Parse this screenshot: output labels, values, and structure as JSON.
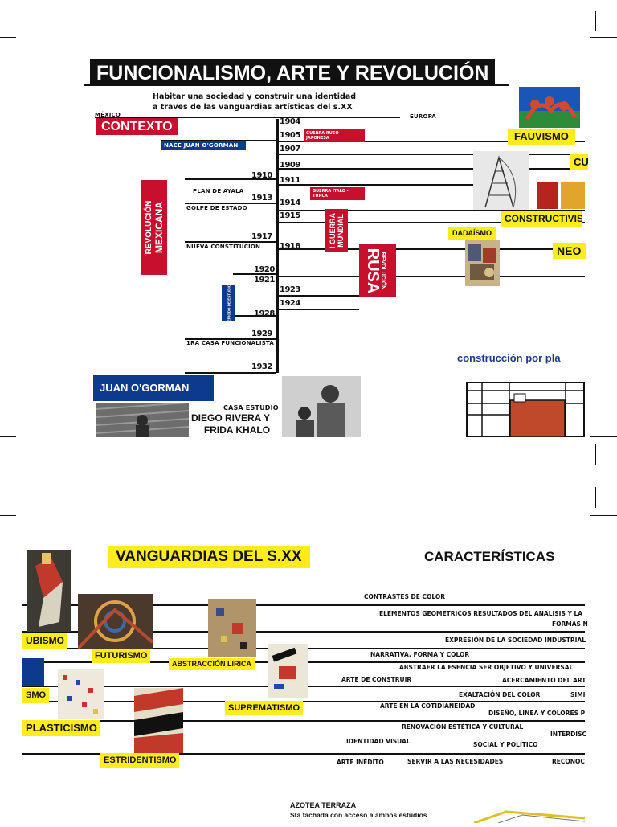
{
  "page1": {
    "title": "FUNCIONALISMO, ARTE Y REVOLUCIÓN",
    "subtitle_line1": "Habitar una sociedad y construir una identidad",
    "subtitle_line2": "a traves de las vanguardias artísticas del s.XX",
    "mexico_label": "MÉXICO",
    "europa_label": "EUROPA",
    "contexto": "CONTEXTO",
    "years_right": [
      "1904",
      "1905",
      "1907",
      "1909",
      "1911",
      "1914",
      "1915",
      "1918",
      "1921",
      "1923",
      "1924"
    ],
    "years_left": [
      "1910",
      "1913",
      "1917",
      "1920",
      "1928",
      "1929",
      "1932"
    ],
    "events": {
      "nace_ogorman": "NACE JUAN O'GORMAN",
      "guerra_ruso": "GUERRA RUSO - JAPONESA",
      "plan_ayala": "PLAN DE AYALA",
      "guerra_italo": "GUERRA ITALO - TURCA",
      "golpe_estado": "GOLPE DE ESTADO",
      "nueva_constitucion": "NUEVA CONSTITUCION",
      "casa_funcionalista": "1RA CASA FUNCIONALISTA",
      "periodo_estudios": "PERIODO DE ESTUDIOS"
    },
    "revolucion_mexicana_1": "REVOLUCIÓN",
    "revolucion_mexicana_2": "MEXICANA",
    "guerra_mundial_1": "I GUERRA",
    "guerra_mundial_2": "MUNDIAL",
    "revolucion_rusa_1": "REVOLUCIÓN",
    "revolucion_rusa_2": "RUSA",
    "movements": {
      "fauvismo": "FAUVISMO",
      "cubismo_partial": "CU",
      "constructivismo": "CONSTRUCTIVIS",
      "dadaismo": "DADAÍSMO",
      "neo_partial": "NEO"
    },
    "construccion": "construcción por pla",
    "juan_ogorman": "JUAN O'GORMAN",
    "casa_estudio": "CASA ESTUDIO",
    "diego_frida_1": "DIEGO RIVERA Y",
    "diego_frida_2": "FRIDA KHALO"
  },
  "page2": {
    "vanguardias": "VANGUARDIAS DEL S.XX",
    "caracteristicas": "CARACTERÍSTICAS",
    "labels": {
      "cubismo": "UBISMO",
      "futurismo": "FUTURISMO",
      "abstraccion": "ABSTRACCIÓN LIRICA",
      "ismo": "SMO",
      "suprematismo": "SUPREMATISMO",
      "plasticismo": "PLASTICISMO",
      "estridentismo": "ESTRIDENTISMO"
    },
    "char_items": [
      "CONTRASTES DE COLOR",
      "ELEMENTOS GEOMETRICOS RESULTADOS DEL ANALISIS Y LA",
      "FORMAS N",
      "EXPRESIÓN DE LA SOCIEDAD INDUSTRIAL",
      "NARRATIVA, FORMA Y COLOR",
      "ABSTRAER LA ESENCIA  SER OBJETIVO Y UNIVERSAL",
      "ARTE DE CONSTRUIR",
      "ACERCAMIENTO DEL ART",
      "EXALTACIÓN DEL COLOR",
      "SIMI",
      "ARTE EN LA COTIDIANEIDAD",
      "DISEÑO, LINEA Y COLORES P",
      "RENOVACIÓN ESTÉTICA Y CULTURAL",
      "INTERDISC",
      "IDENTIDAD VISUAL",
      "SOCIAL Y POLÍTICO",
      "ARTE INÉDITO",
      "SERVIR A LAS NECESIDADES",
      "RECONOC"
    ],
    "azotea": "AZOTEA TERRAZA",
    "fachada": "Sta fachada con acceso a ambos estudios"
  },
  "colors": {
    "red": "#c8102e",
    "blue": "#0d3a8c",
    "yellow": "#ffec1a",
    "black": "#111111"
  }
}
